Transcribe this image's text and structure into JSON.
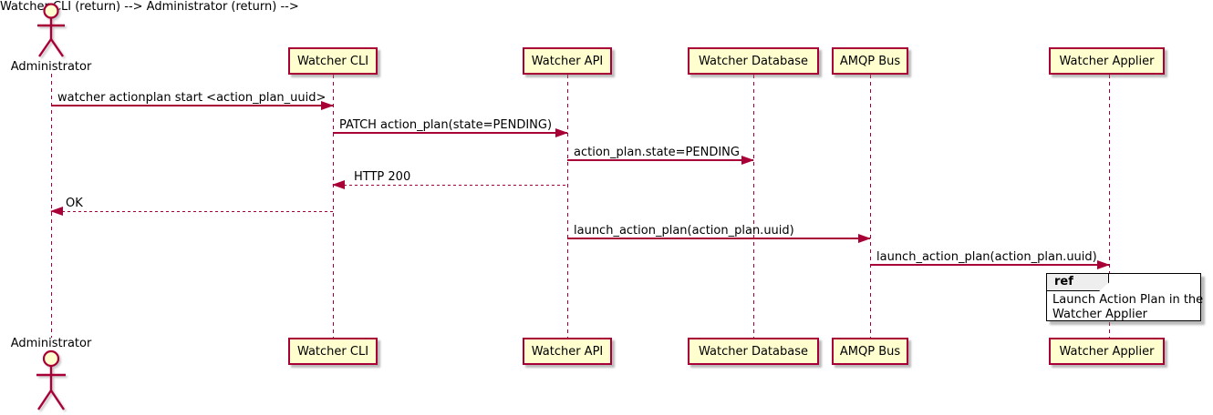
{
  "diagram": {
    "type": "sequence-diagram",
    "actor": {
      "label": "Administrator"
    },
    "participants": [
      {
        "label": "Watcher CLI"
      },
      {
        "label": "Watcher API"
      },
      {
        "label": "Watcher Database"
      },
      {
        "label": "AMQP Bus"
      },
      {
        "label": "Watcher Applier"
      }
    ],
    "messages": [
      {
        "from": "Administrator",
        "to": "Watcher CLI",
        "label": "watcher actionplan start <action_plan_uuid>",
        "line": "solid",
        "direction": "right"
      },
      {
        "from": "Watcher CLI",
        "to": "Watcher API",
        "label": "PATCH action_plan(state=PENDING)",
        "line": "solid",
        "direction": "right"
      },
      {
        "from": "Watcher API",
        "to": "Watcher Database",
        "label": "action_plan.state=PENDING",
        "line": "solid",
        "direction": "right"
      },
      {
        "from": "Watcher API",
        "to": "Watcher CLI",
        "label": "HTTP 200",
        "line": "dashed",
        "direction": "left"
      },
      {
        "from": "Watcher CLI",
        "to": "Administrator",
        "label": "OK",
        "line": "dashed",
        "direction": "left"
      },
      {
        "from": "Watcher API",
        "to": "AMQP Bus",
        "label": "launch_action_plan(action_plan.uuid)",
        "line": "solid",
        "direction": "right"
      },
      {
        "from": "AMQP Bus",
        "to": "Watcher Applier",
        "label": "launch_action_plan(action_plan.uuid)",
        "line": "solid",
        "direction": "right"
      }
    ],
    "ref": {
      "keyword": "ref",
      "text_line1": "Launch Action Plan in the",
      "text_line2": "Watcher Applier"
    },
    "colors": {
      "accent": "#A80036",
      "participant_fill": "#FEFECE",
      "ref_header_fill": "#EEEEEE",
      "background": "#FFFFFF"
    }
  }
}
